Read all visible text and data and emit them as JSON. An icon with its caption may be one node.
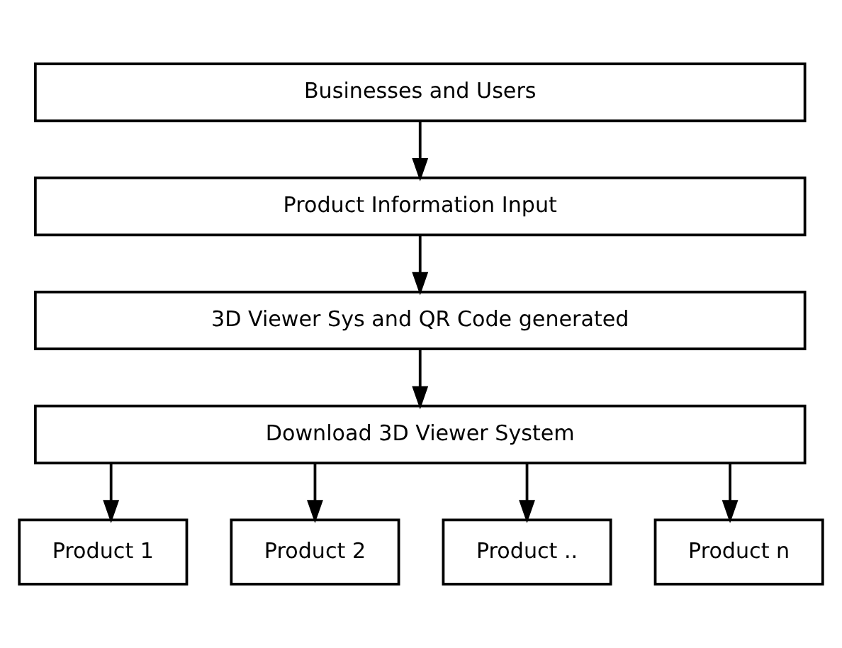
{
  "diagram": {
    "nodes": [
      {
        "text": [
          "Businesses and Users"
        ]
      },
      {
        "text": [
          "Product Information Input"
        ]
      },
      {
        "text": [
          "3D Viewer Sys and QR Code generated"
        ]
      },
      {
        "text": [
          "Download 3D Viewer System"
        ]
      },
      {
        "text": [
          "Product 1"
        ]
      },
      {
        "text": [
          "Product 2"
        ]
      },
      {
        "text": [
          "Product .."
        ]
      },
      {
        "text": [
          "Product n"
        ]
      }
    ],
    "edges": [
      {
        "from": 0,
        "to": 1,
        "arrow": "to"
      },
      {
        "from": 1,
        "to": 2,
        "arrow": "to"
      },
      {
        "from": 2,
        "to": 3,
        "arrow": "to"
      },
      {
        "from": 3,
        "to": 4,
        "arrow": "to"
      },
      {
        "from": 3,
        "to": 5,
        "arrow": "to"
      },
      {
        "from": 3,
        "to": 6,
        "arrow": "to"
      },
      {
        "from": 3,
        "to": 7,
        "arrow": "to"
      }
    ]
  }
}
